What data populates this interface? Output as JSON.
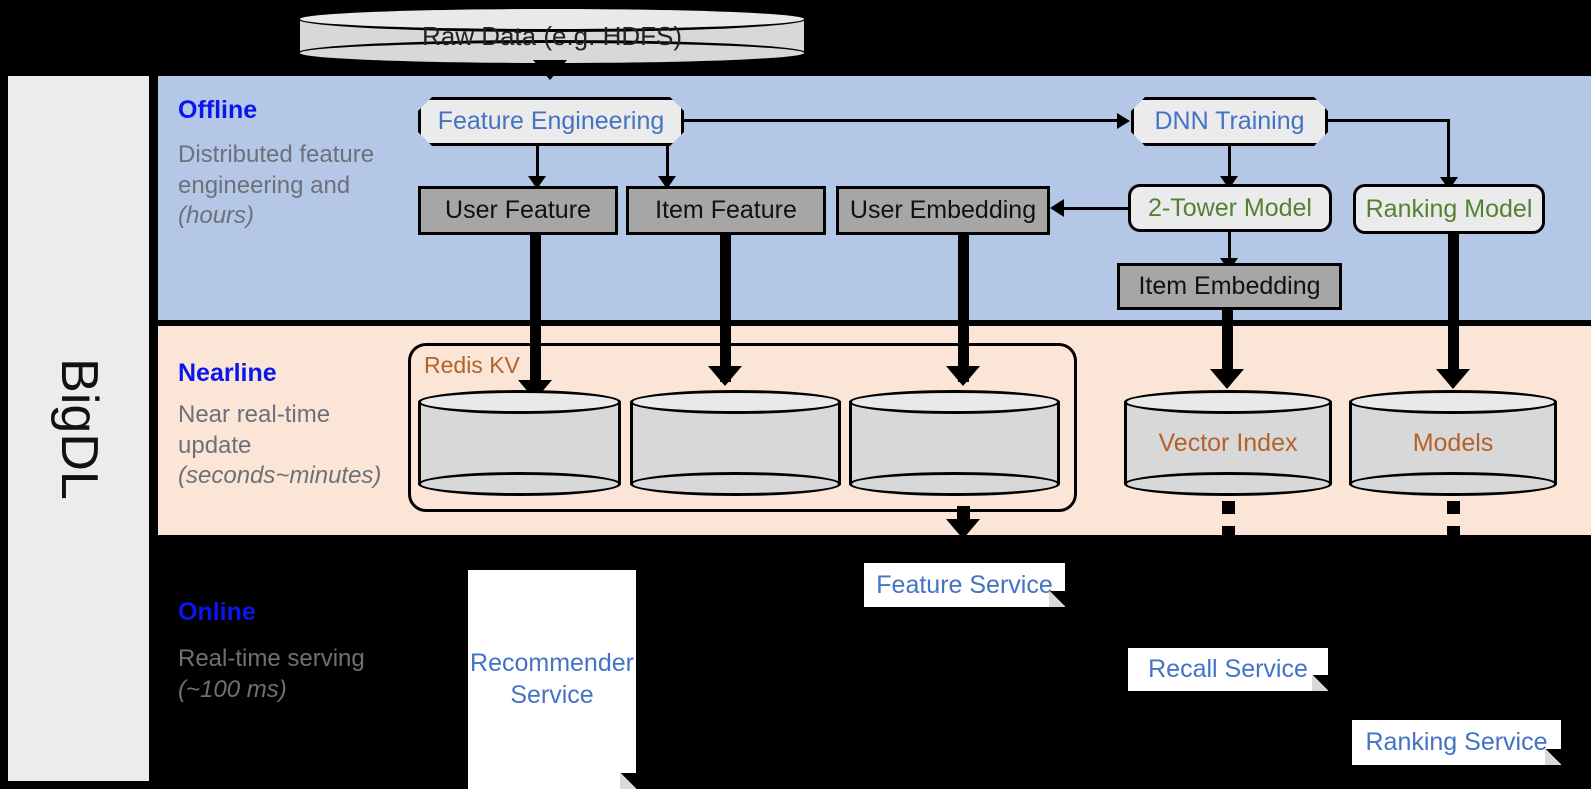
{
  "platform": {
    "name": "BigDL"
  },
  "source": {
    "label": "Raw Data (e.g. HDFS)"
  },
  "bands": [
    {
      "key": "offline",
      "title": "Offline",
      "subtitle": "Distributed feature engineering and ",
      "subtitle_em": "(hours)",
      "bg": "#b4c7e7"
    },
    {
      "key": "nearline",
      "title": "Nearline",
      "subtitle": "Near real-time update ",
      "subtitle_em": "(seconds~minutes)",
      "bg": "#fae5d7"
    },
    {
      "key": "online",
      "title": "Online",
      "subtitle": "Real-time serving ",
      "subtitle_em": "(~100 ms)",
      "bg": "#000000"
    }
  ],
  "offline": {
    "feature_engineering": "Feature Engineering",
    "dnn_training": "DNN Training",
    "user_feature": "User Feature",
    "item_feature": "Item Feature",
    "user_embedding": "User Embedding",
    "two_tower_model": "2-Tower Model",
    "ranking_model": "Ranking Model",
    "item_embedding": "Item Embedding"
  },
  "nearline": {
    "redis_kv": "Redis KV",
    "stores": [
      "",
      "",
      ""
    ],
    "vector_index": "Vector Index",
    "models": "Models"
  },
  "online": {
    "recommender_service": "Recommender Service",
    "feature_service": "Feature Service",
    "recall_service": "Recall Service",
    "ranking_service": "Ranking Service"
  },
  "colors": {
    "offline_bg": "#b4c7e7",
    "nearline_bg": "#fae5d7",
    "online_bg": "#000000",
    "band_title": "#0a16ee",
    "band_sub": "#6d7177",
    "blue_text": "#4472c4",
    "green_text": "#548235",
    "brown_text": "#b4622a",
    "gray_box": "#a6a6a6",
    "light_box": "#ebebeb",
    "rail_bg": "#ececec"
  }
}
